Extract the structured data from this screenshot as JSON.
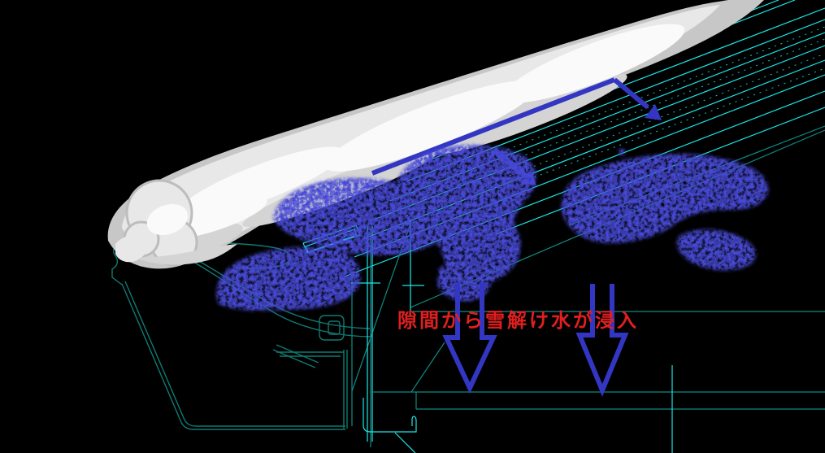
{
  "annotation": {
    "text": "隙間から雪解け水が浸入",
    "meaning": "melt water infiltrates through the gap",
    "color": "#e01f1f"
  },
  "colors": {
    "background": "#000000",
    "cyanBright": "#1ce6e6",
    "tealMid": "#0f8a84",
    "tealDark": "#0f7a72",
    "waterBlue": "#3336c2",
    "speckleBlue": "#4649d4",
    "annotationRed": "#e01f1f",
    "snowWhite": "#fafafa",
    "snowLight": "#e8e8e8",
    "snowMid": "#d4d4d4",
    "snowGray": "#c7c7c7",
    "snowEdge": "#bdbdbd"
  },
  "elements": {
    "snow": "snow accumulation on roof",
    "meltwater": "melt water speckle infiltrating joint",
    "flow_arrow_top": "flow arrow down roof slope (upper right)",
    "flow_arrow_mid": "flow arrow at infiltration point",
    "drip_arrow_left": "hollow drip arrow (left)",
    "drip_arrow_right": "hollow drip arrow (right)",
    "roof_lines": "roof layer section lines",
    "eave_profile": "eave gutter / fascia section profile"
  }
}
